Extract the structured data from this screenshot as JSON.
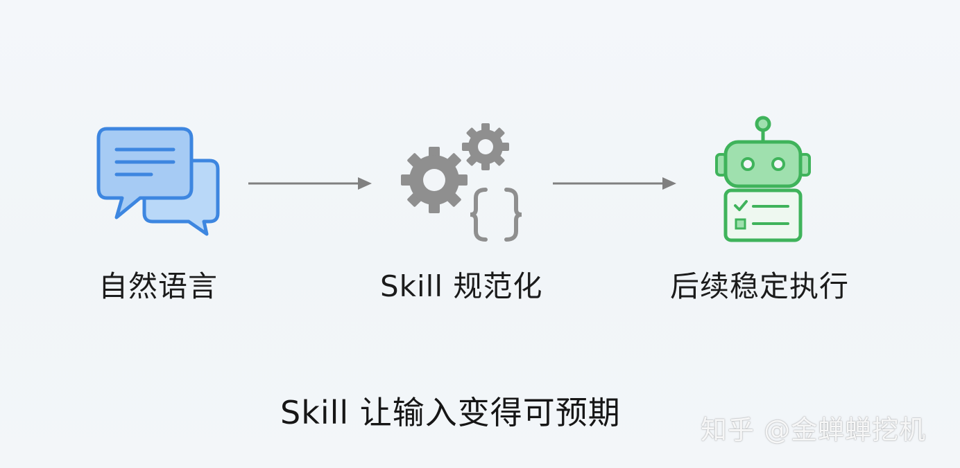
{
  "diagram": {
    "steps": [
      {
        "label": "自然语言",
        "icon": "chat-bubbles-icon"
      },
      {
        "label": "Skill 规范化",
        "icon": "gears-braces-icon"
      },
      {
        "label": "后续稳定执行",
        "icon": "robot-checklist-icon"
      }
    ],
    "caption": "Skill 让输入变得可预期"
  },
  "watermark": "知乎 @金蝉蝉挖机",
  "colors": {
    "background": "#f3f6f9",
    "chat_blue_fill": "#a9cdf5",
    "chat_blue_stroke": "#3d86e0",
    "gear_gray": "#8f8f8f",
    "robot_green_fill": "#9fe0ae",
    "robot_green_stroke": "#3fb35b",
    "arrow_gray": "#808080"
  }
}
